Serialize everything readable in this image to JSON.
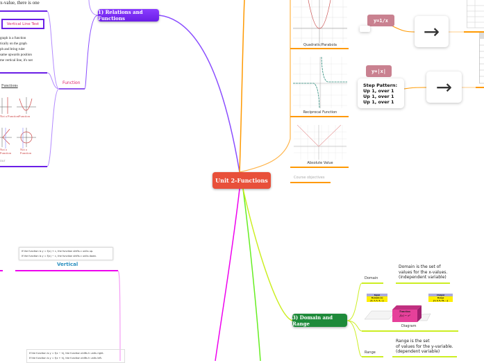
{
  "central": {
    "label": "Unit 2-Functions"
  },
  "relations": {
    "label": "1) Relations and Functions",
    "function_label": "Function",
    "top_text": "x-value, there is one",
    "vertical_line_test": "Vertical Line Test",
    "vlt_text": [
      "graph is a function",
      "tically on the graph",
      "ph and bring ruler",
      "same upwards position",
      "me vertical line, it's not"
    ],
    "functions_title": "Functions",
    "graph_labels": [
      "Not a Function",
      "Function",
      "Not a Function",
      "Not a Function"
    ],
    "footer_text": "our"
  },
  "graphs": {
    "items": [
      {
        "label": "Quadratic/Parabola"
      },
      {
        "label": "Reciprocal Function"
      },
      {
        "label": "Absolute Value"
      }
    ],
    "course_objectives": "Course objectives",
    "y_recip": "y=1/x",
    "y_abs": "y=|x|",
    "step_pattern": [
      "Step Pattern:",
      "Up 1, over 1",
      "Up 1, over 1",
      "Up 1, over 1"
    ],
    "arrow_icon": "right-arrow-icon"
  },
  "transformations": {
    "vertical_label": "Vertical",
    "vertical_rules": [
      "If the function is y = f(x) + c, the function shifts c units up.",
      "If the function is y = f(x) − c, the function shifts c units down."
    ],
    "horizontal_rules": [
      "If the function is y = f(x − h), the function shifts h units right.",
      "If the function is y = f(x + h), the function shifts h units left."
    ]
  },
  "domain_range": {
    "label": "3) Domain and Range",
    "domain_label": "Domain",
    "domain_text": [
      "Domain is the set of",
      "values for the x-values.",
      "(independent variable)"
    ],
    "diagram_label": "Diagram",
    "diagram": {
      "input": "Input",
      "domain": "Domain (x)",
      "domain_vals": "{1, 2, 3, 4, ...}",
      "function": "Function",
      "fx": "f(x) = x²",
      "output": "Output",
      "range": "Range",
      "range_vals": "{1, 4, 9, 16, ...}"
    },
    "range_label": "Range",
    "range_text": [
      "Range is the set",
      "of values for the y-variable.",
      "(dependent variable)"
    ]
  },
  "colors": {
    "central": "#e8503a",
    "relations": "#7b2ff7",
    "graphs": "#ff9900",
    "domain": "#1e8a3a",
    "domain_lines": "#ccee22",
    "transform": "#ee00ee",
    "pink_node": "#c98190"
  }
}
